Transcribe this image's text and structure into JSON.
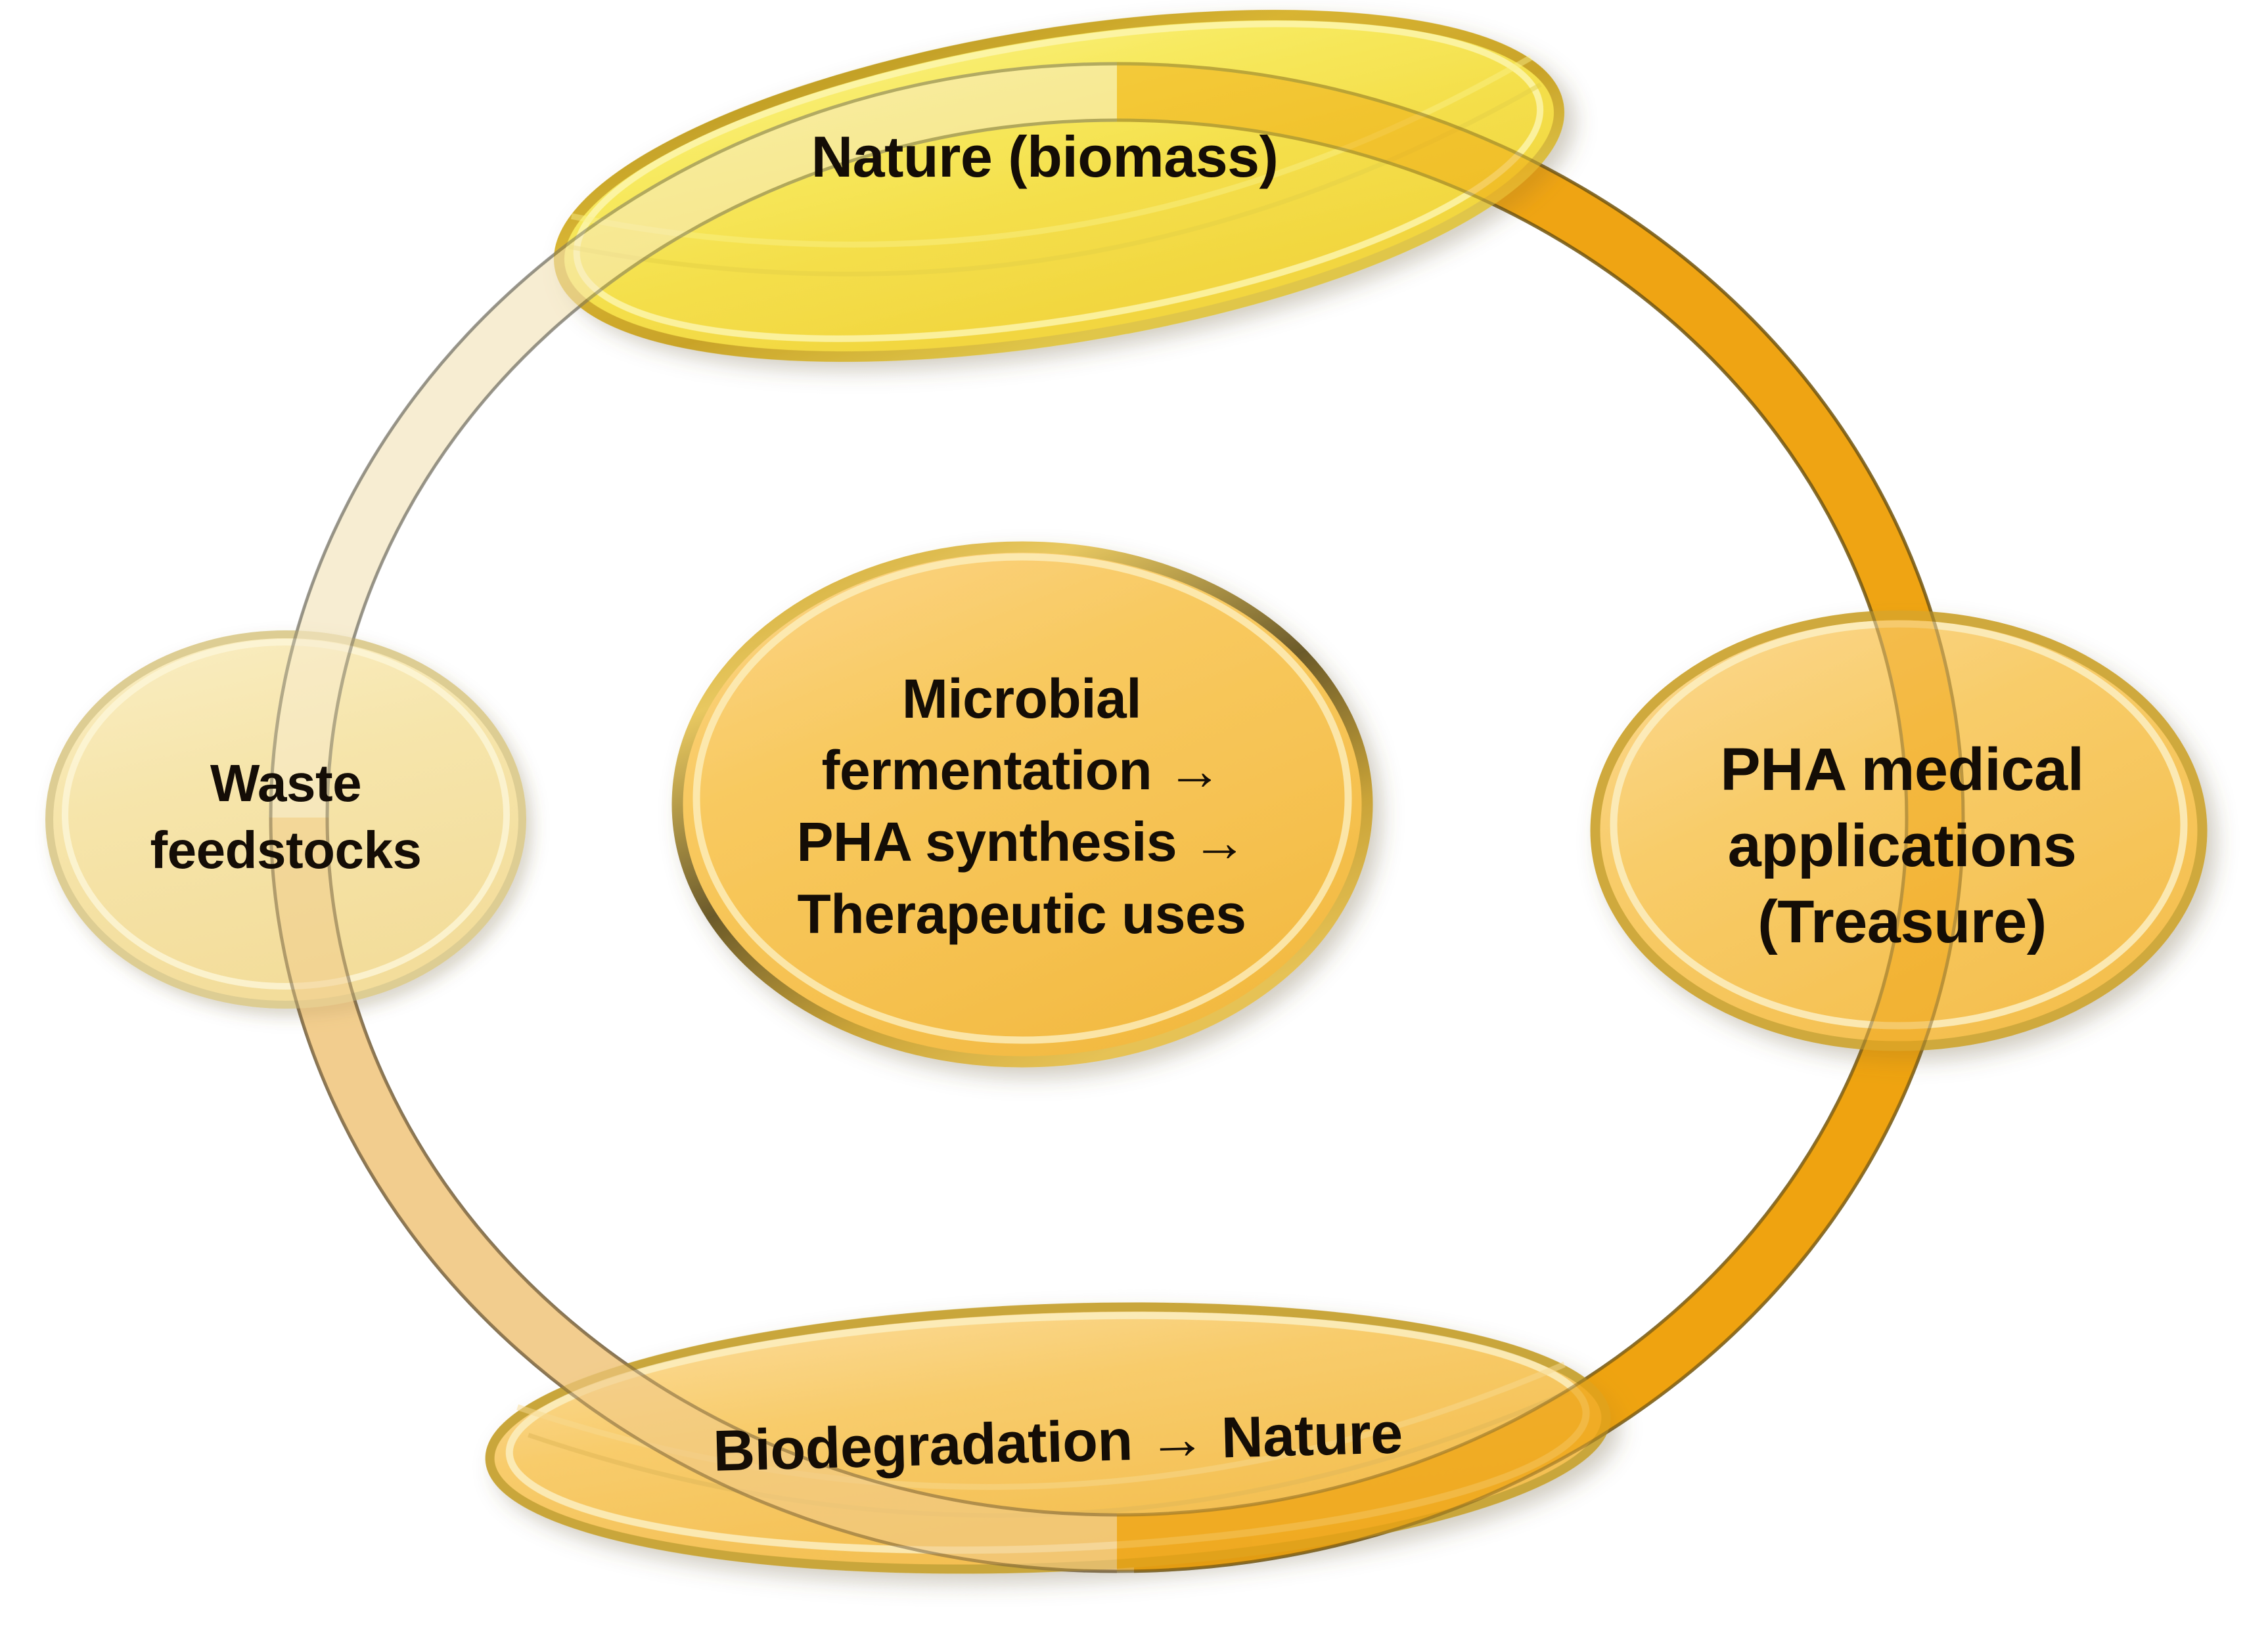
{
  "diagram": {
    "type": "cycle-diagram",
    "title": "",
    "background_color": "#ffffff",
    "ring": {
      "description": "circular arrow band connecting the stages",
      "colors": {
        "top_left_arc": "#f7f2e2",
        "bottom_left_arc": "#f1c municipal",
        "right_arc": "#f0a91c"
      }
    },
    "nodes": [
      {
        "id": "nature",
        "label": "Nature (biomass)",
        "shape": "ellipse",
        "fill": "#f5e252",
        "position": "top"
      },
      {
        "id": "waste-feedstocks",
        "label": "Waste\nfeedstocks",
        "shape": "ellipse",
        "fill": "#f7e5a8",
        "position": "left"
      },
      {
        "id": "process-center",
        "label": "Microbial\nfermentation →\nPHA synthesis →\nTherapeutic uses",
        "shape": "ellipse",
        "fill": "#f6c council",
        "position": "center"
      },
      {
        "id": "pha-medical",
        "label": "PHA medical\napplications\n(Treasure)",
        "shape": "ellipse",
        "fill": "#f6cd6c",
        "position": "right"
      },
      {
        "id": "biodegradation",
        "label": "Biodegradation → Nature",
        "shape": "ellipse",
        "fill": "#f7cd6b",
        "position": "bottom"
      }
    ]
  },
  "nodes": {
    "nature": {
      "label": "Nature (biomass)"
    },
    "waste": {
      "label": "Waste\nfeedstocks"
    },
    "center": {
      "label": "Microbial\nfermentation →\nPHA synthesis →\nTherapeutic uses"
    },
    "pha": {
      "label": "PHA medical\napplications\n(Treasure)"
    },
    "biodegradation": {
      "label": "Biodegradation → Nature"
    }
  },
  "colors": {
    "bright_yellow": "#f5e252",
    "pale_cream": "#f7e5a8",
    "amber": "#f6c75a",
    "orange": "#f0a91c",
    "text": "#140d06"
  }
}
